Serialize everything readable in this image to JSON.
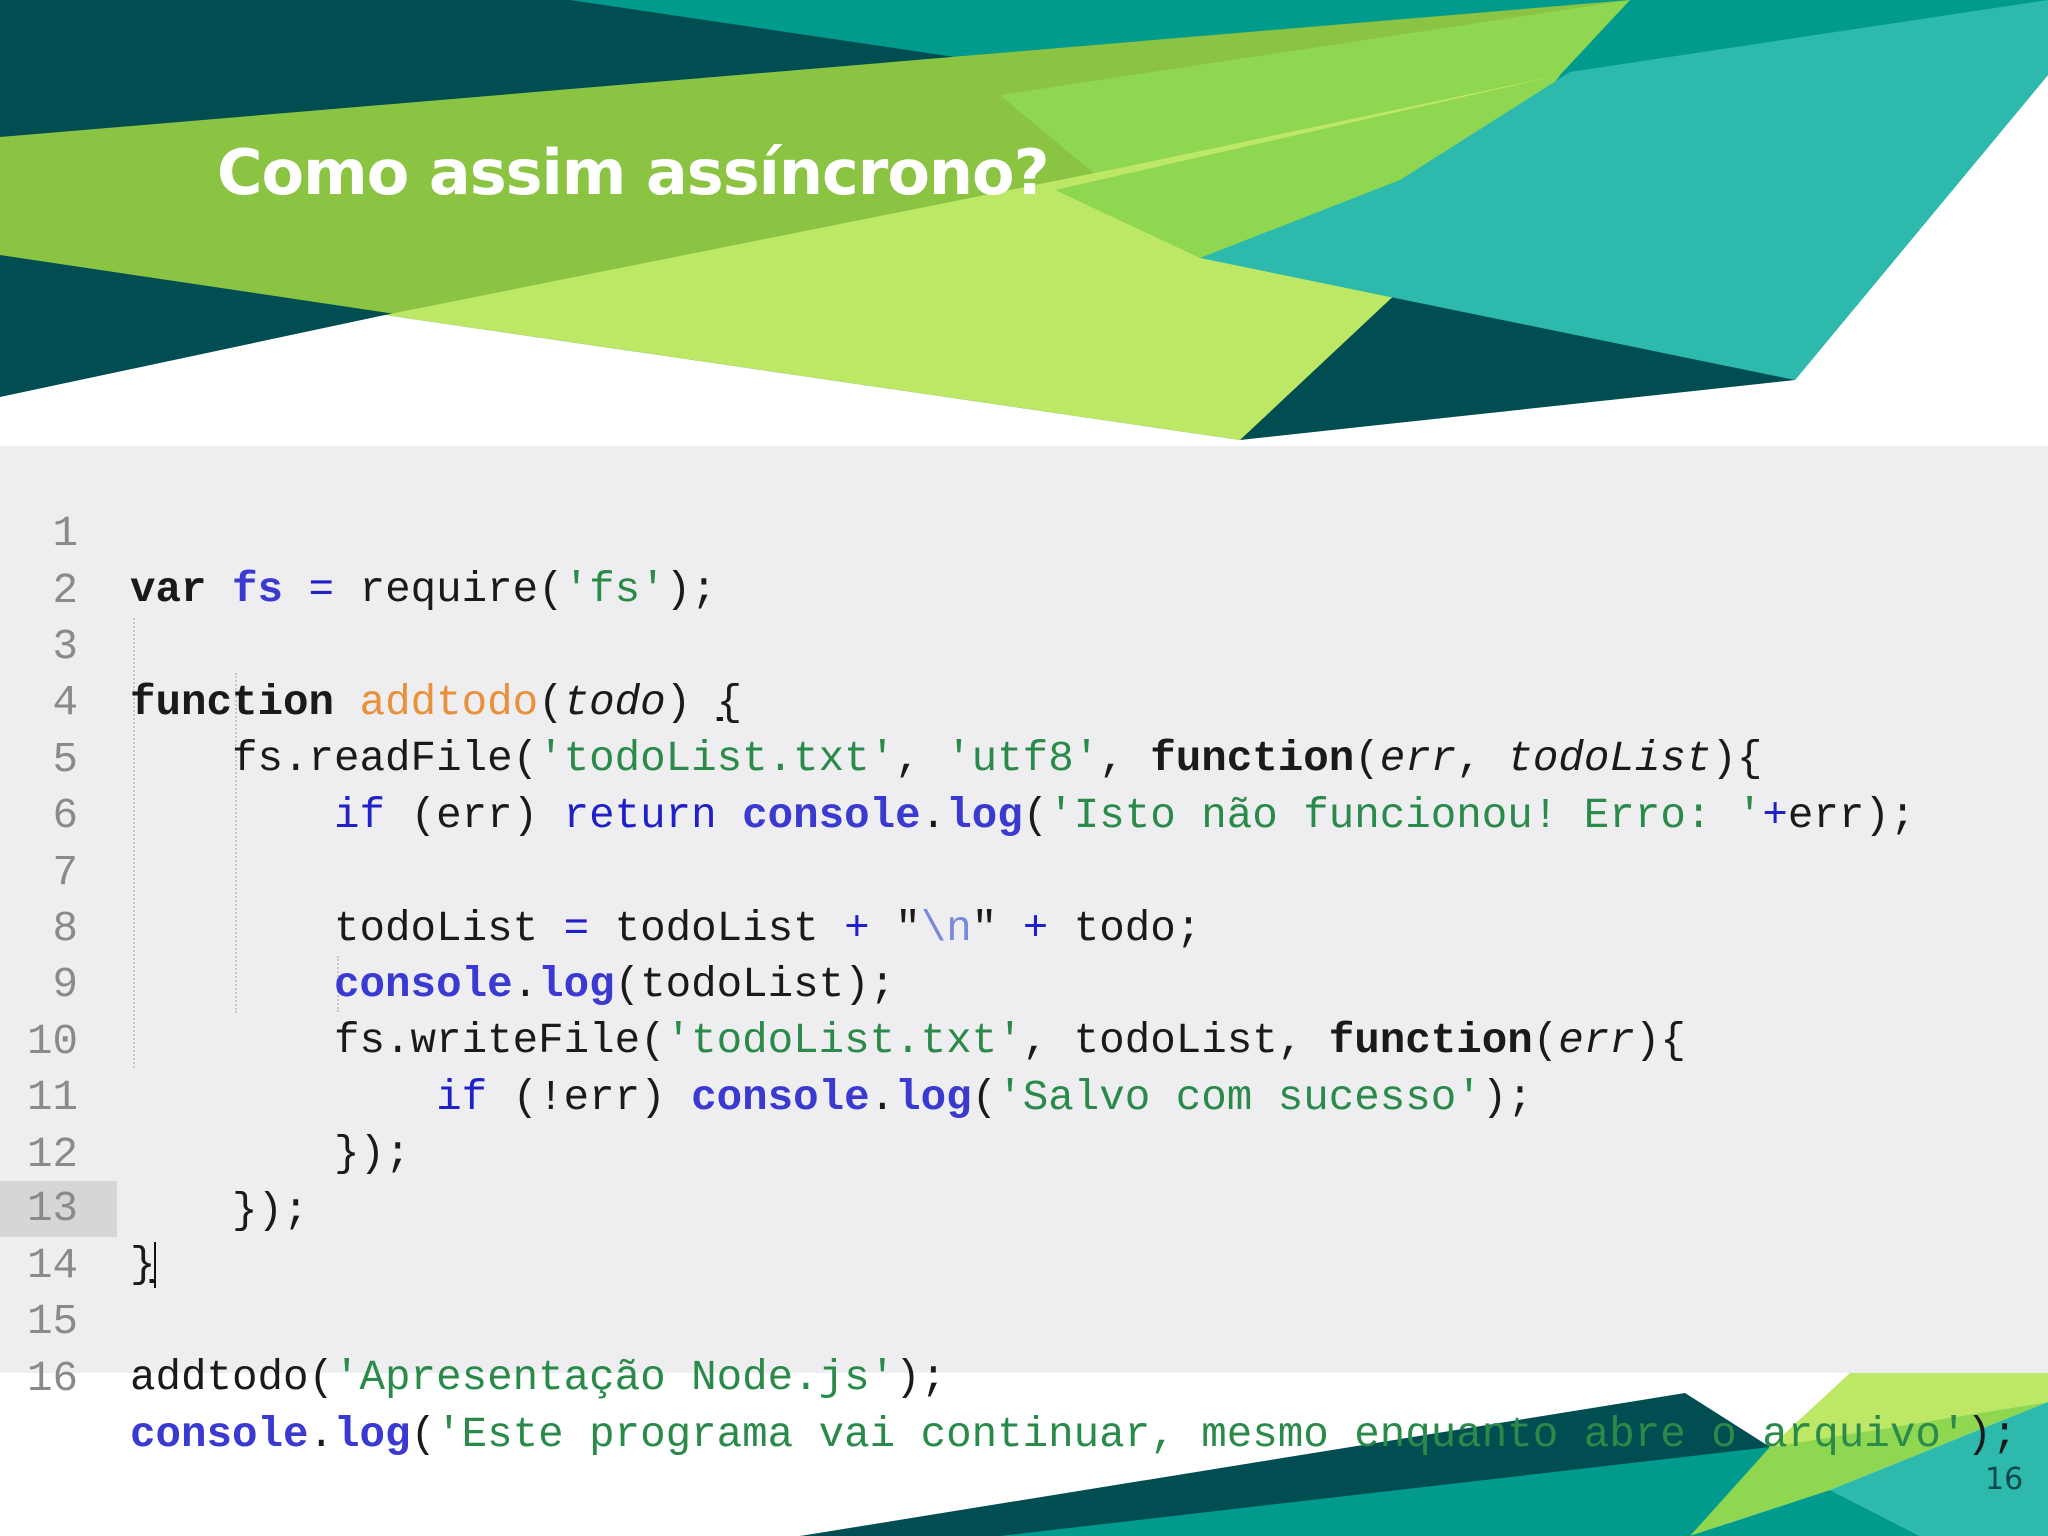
{
  "slide": {
    "title": "Como assim assíncrono?",
    "page_number": "16",
    "colors": {
      "dark_teal": "#004d52",
      "teal": "#009b8c",
      "light_teal": "#2dbaad",
      "green": "#8bc443",
      "bright_green": "#8fd651",
      "light_green": "#bde866",
      "code_bg": "#eeedef"
    }
  },
  "code": {
    "active_line": 13,
    "lines": [
      {
        "n": "1"
      },
      {
        "n": "2"
      },
      {
        "n": "3"
      },
      {
        "n": "4"
      },
      {
        "n": "5"
      },
      {
        "n": "6"
      },
      {
        "n": "7"
      },
      {
        "n": "8"
      },
      {
        "n": "9"
      },
      {
        "n": "10"
      },
      {
        "n": "11"
      },
      {
        "n": "12"
      },
      {
        "n": "13"
      },
      {
        "n": "14"
      },
      {
        "n": "15"
      },
      {
        "n": "16"
      }
    ],
    "tokens": {
      "l1": {
        "var": "var",
        "fs": "fs",
        "eq": " = ",
        "req": "require(",
        "s": "'fs'",
        "end": ");"
      },
      "l3": {
        "function": "function",
        "sp": " ",
        "name": "addtodo",
        "open": "(",
        "param": "todo",
        "close": ") ",
        "brace": "{"
      },
      "l4": {
        "indent": "    ",
        "call": "fs.readFile(",
        "s1": "'todoList.txt'",
        "c1": ", ",
        "s2": "'utf8'",
        "c2": ", ",
        "function": "function",
        "open": "(",
        "p1": "err",
        "c3": ", ",
        "p2": "todoList",
        "close": "){"
      },
      "l5": {
        "indent": "        ",
        "if": "if",
        "cond": " (err) ",
        "ret": "return",
        "sp": " ",
        "console": "console",
        "dot": ".",
        "log": "log",
        "open": "(",
        "s": "'Isto não funcionou! Erro: '",
        "plus": "+",
        "rest": "err);"
      },
      "l7": {
        "indent": "        ",
        "a": "todoList ",
        "eq": "=",
        "b": " todoList ",
        "p1": "+",
        "sp1": " ",
        "q1": "\"",
        "esc": "\\n",
        "q2": "\"",
        "sp2": " ",
        "p2": "+",
        "c": " todo;"
      },
      "l8": {
        "indent": "        ",
        "console": "console",
        "dot": ".",
        "log": "log",
        "rest": "(todoList);"
      },
      "l9": {
        "indent": "        ",
        "call": "fs.writeFile(",
        "s": "'todoList.txt'",
        "mid": ", todoList, ",
        "function": "function",
        "open": "(",
        "p": "err",
        "close": "){"
      },
      "l10": {
        "indent": "            ",
        "if": "if",
        "cond": " (!err) ",
        "console": "console",
        "dot": ".",
        "log": "log",
        "open": "(",
        "s": "'Salvo com sucesso'",
        "end": ");"
      },
      "l11": {
        "text": "        });"
      },
      "l12": {
        "text": "    });"
      },
      "l13": {
        "text": "}"
      },
      "l15": {
        "call": "addtodo(",
        "s": "'Apresentação Node.js'",
        "end": ");"
      },
      "l16": {
        "console": "console",
        "dot": ".",
        "log": "log",
        "open": "(",
        "s": "'Este programa vai continuar, mesmo enquanto abre o arquivo'",
        "end": ");"
      }
    }
  }
}
